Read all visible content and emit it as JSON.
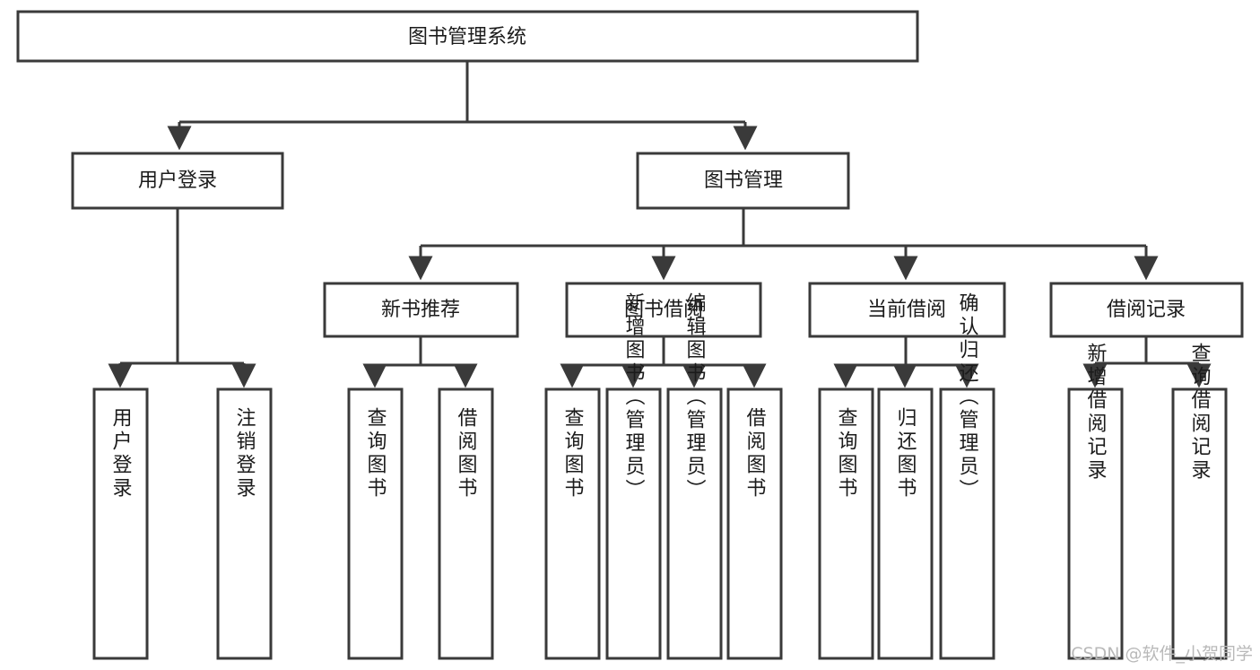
{
  "diagram": {
    "title": "图书管理系统",
    "type": "tree-hierarchy",
    "orientation": "top-down",
    "colors": {
      "box_stroke": "#3a3a3a",
      "box_fill": "#ffffff",
      "text": "#1b1b1b",
      "background": "#ffffff",
      "watermark": "#b9b9b9"
    },
    "root": {
      "label": "图书管理系统"
    },
    "level2": [
      {
        "label": "用户登录"
      },
      {
        "label": "图书管理"
      }
    ],
    "level3": [
      {
        "label": "新书推荐"
      },
      {
        "label": "图书借阅"
      },
      {
        "label": "当前借阅"
      },
      {
        "label": "借阅记录"
      }
    ],
    "leaves": {
      "user_login": [
        {
          "label": "用户登录"
        },
        {
          "label": "注销登录"
        }
      ],
      "new_book_recommend": [
        {
          "label": "查询图书"
        },
        {
          "label": "借阅图书"
        }
      ],
      "book_borrow": [
        {
          "label": "查询图书"
        },
        {
          "label": "新增图书（管理员）"
        },
        {
          "label": "编辑图书（管理员）"
        },
        {
          "label": "借阅图书"
        }
      ],
      "current_borrow": [
        {
          "label": "查询图书"
        },
        {
          "label": "归还图书"
        },
        {
          "label": "确认归还（管理员）"
        }
      ],
      "borrow_record": [
        {
          "label": "新增借阅记录"
        },
        {
          "label": "查询借阅记录"
        }
      ]
    }
  },
  "watermark": {
    "text": "CSDN @软件_小贺同学"
  }
}
